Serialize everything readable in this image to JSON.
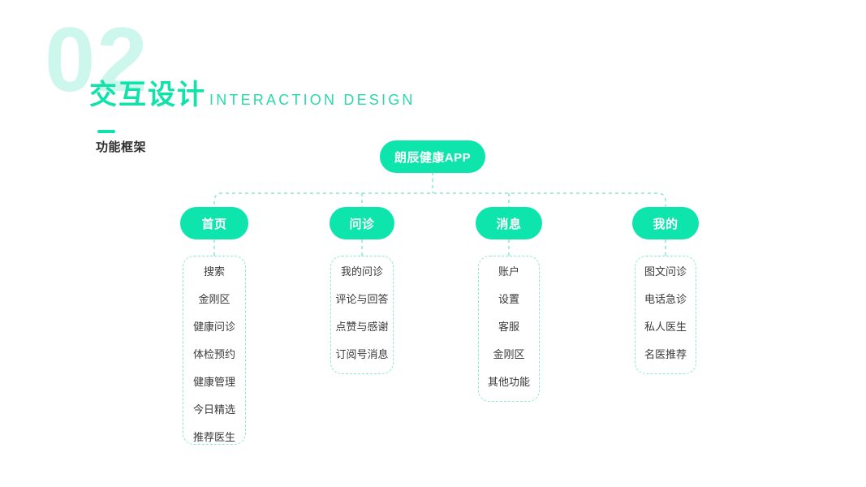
{
  "header": {
    "section_number": "02",
    "title_cn": "交互设计",
    "title_en": "INTERACTION DESIGN",
    "sub_label": "功能框架"
  },
  "colors": {
    "accent": "#0DE5AC",
    "accent_text": "#10E3AA",
    "accent_light": "#CDF7EC",
    "dashed_border": "#8FE9D2",
    "item_text": "#3a3a3a",
    "sub_label_text": "#2e2e2e",
    "background": "#ffffff"
  },
  "tree": {
    "root": {
      "label": "朗辰健康APP"
    },
    "branches": [
      {
        "label": "首页",
        "items": [
          "搜索",
          "金刚区",
          "健康问诊",
          "体检预约",
          "健康管理",
          "今日精选",
          "推荐医生"
        ]
      },
      {
        "label": "问诊",
        "items": [
          "我的问诊",
          "评论与回答",
          "点赞与感谢",
          "订阅号消息"
        ]
      },
      {
        "label": "消息",
        "items": [
          "账户",
          "设置",
          "客服",
          "金刚区",
          "其他功能"
        ]
      },
      {
        "label": "我的",
        "items": [
          "图文问诊",
          "电话急诊",
          "私人医生",
          "名医推荐"
        ]
      }
    ]
  }
}
